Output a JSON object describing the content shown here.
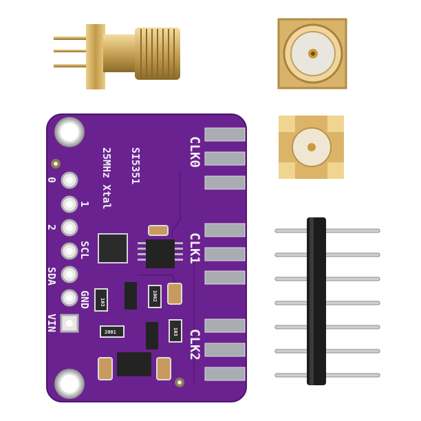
{
  "board": {
    "chip_label": "SI5351",
    "crystal_label": "25MHz Xtal",
    "clk0": "CLK0",
    "clk1": "CLK1",
    "clk2": "CLK2",
    "pins": [
      "0",
      "1",
      "2",
      "SCL",
      "SDA",
      "GND",
      "VIN"
    ],
    "resistor_codes": [
      "103",
      "1002",
      "2001",
      "103"
    ],
    "pcb_color": "#6a2290"
  },
  "parts": [
    "sma-connector-side",
    "sma-connector-top",
    "sma-connector-bottom",
    "pin-header-7"
  ]
}
